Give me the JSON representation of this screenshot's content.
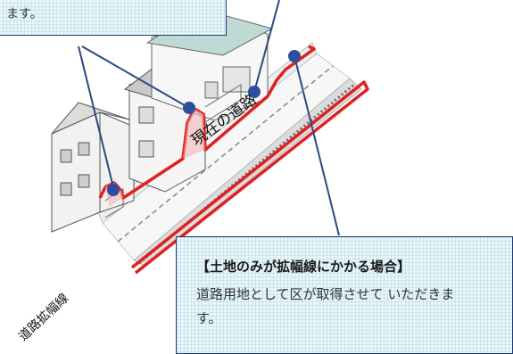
{
  "callout_top": {
    "text": "ます。"
  },
  "callout_bottom": {
    "title": "【土地のみが拡幅線にかかる場合】",
    "body": "道路用地として区が取得させて いただきます。"
  },
  "labels": {
    "current_road": "現在の道路",
    "widening_line": "道路拡幅線"
  },
  "colors": {
    "widening_line": "#e02020",
    "leader_line": "#2b4a82",
    "marker": "#2b4f9e",
    "callout_border": "#1f3a73",
    "callout_fill": "#eaf7fb"
  }
}
